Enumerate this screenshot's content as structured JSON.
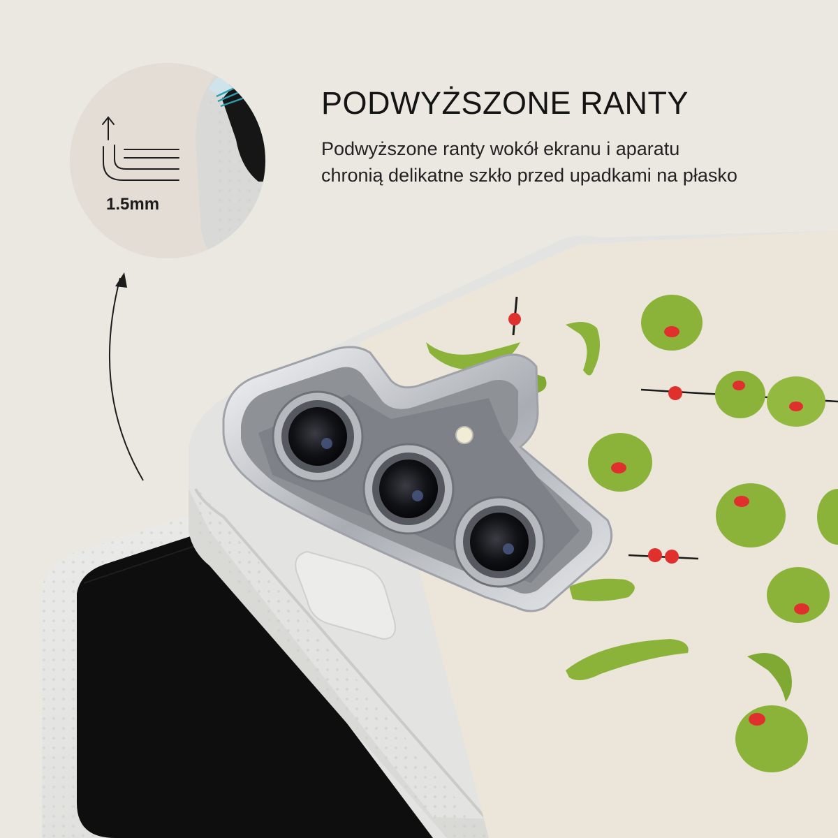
{
  "feature": {
    "title": "PODWYŻSZONE RANTY",
    "description_lines": [
      "Podwyższone ranty wokół ekranu i aparatu",
      "chronią delikatne szkło przed upadkami na płasko"
    ]
  },
  "detail": {
    "measurement": "1.5mm",
    "icon": "raised-edge-icon"
  },
  "colors": {
    "background": "#ebe8e1",
    "case": "#e1e1df",
    "print_background": "#ebe5da",
    "olive": "#8bb33a",
    "pimento": "#e0302e",
    "screen": "#0e0e0e",
    "camera_frame": "#c9ccd0"
  }
}
